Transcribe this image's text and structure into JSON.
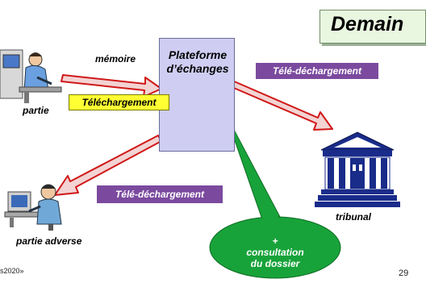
{
  "title": "Demain",
  "platform": {
    "line1": "Plateforme",
    "line2": "d’échanges"
  },
  "labels": {
    "memoire": "mémoire",
    "partie": "partie",
    "partie_adverse": "partie adverse",
    "tribunal": "tribunal"
  },
  "tags": {
    "telechargement": "Téléchargement",
    "tele_dechargement_right": "Télé-déchargement",
    "tele_dechargement_bottom": "Télé-déchargement"
  },
  "consultation": {
    "line1": "+",
    "line2": "consultation",
    "line3": "du dossier"
  },
  "footer": {
    "left_text": "s2020»",
    "page_number": "29"
  },
  "colors": {
    "title_bg": "#e9f7e1",
    "platform_bg": "#cfcdf2",
    "tag_yellow": "#ffff33",
    "tag_purple": "#7b4a9e",
    "arrow_fill": "#f3d3d3",
    "arrow_stroke": "#d01818",
    "ellipse_green": "#18a33a",
    "tribunal_blue": "#1a2c8a"
  },
  "icons": [
    "person-at-desk-icon",
    "fist-icon",
    "courthouse-icon",
    "person-at-computer-icon"
  ]
}
